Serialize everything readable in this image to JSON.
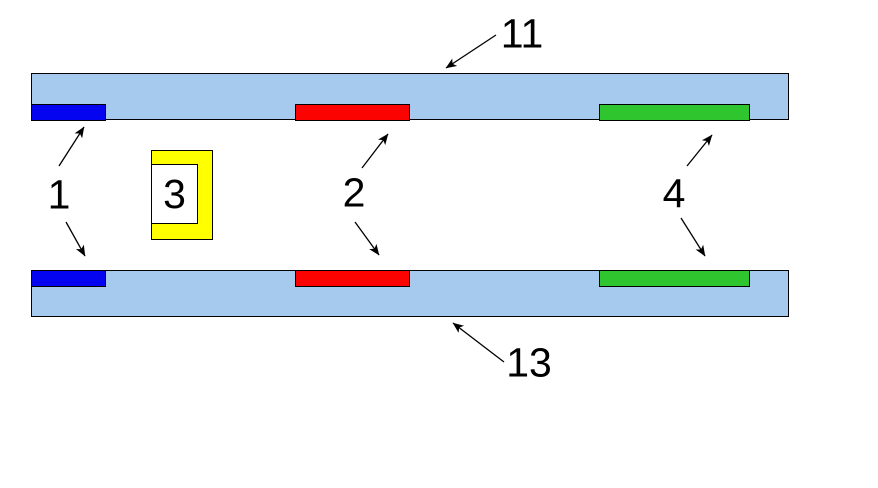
{
  "figure": {
    "description": "cross-section diagram of two parallel plates with colored segments and a bracket spacer",
    "background": "#FFFFFF",
    "outline_color": "#000000",
    "label_color": "#000000",
    "top_plate": {
      "ref_label": "11",
      "fill": "#A6C9EE"
    },
    "bottom_plate": {
      "ref_label": "13",
      "fill": "#A6C9EE"
    },
    "segments": {
      "blue": {
        "ref_label": "1",
        "fill": "#0404F0"
      },
      "red": {
        "ref_label": "2",
        "fill": "#FB0300"
      },
      "green": {
        "ref_label": "4",
        "fill": "#2FC52F"
      }
    },
    "bracket": {
      "ref_label": "3",
      "fill": "#FFFF00",
      "opening_fill": "#FFFFFF"
    }
  }
}
